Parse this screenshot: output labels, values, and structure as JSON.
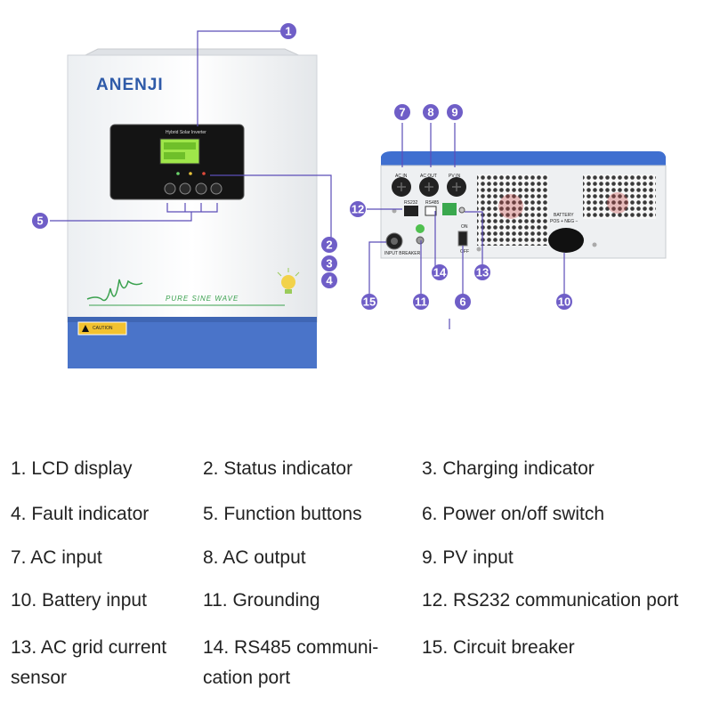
{
  "brand": "ANENJI",
  "front_panel": {
    "lcd_header": "Hybrid Solar Inverter",
    "slogan": "PURE SINE WAVE",
    "caution_label": "CAUTION"
  },
  "rear_panel": {
    "ports": [
      "AC IN",
      "AC OUT",
      "PV IN"
    ],
    "rs232_label": "RS232",
    "rs485_label": "RS485",
    "switch_on": "ON",
    "switch_off": "OFF",
    "battery_label": "BATTERY",
    "battery_polarity": "POS +   NEG −",
    "breaker_label": "INPUT BREAKER"
  },
  "callouts": [
    "1",
    "2",
    "3",
    "4",
    "5",
    "6",
    "7",
    "8",
    "9",
    "10",
    "11",
    "12",
    "13",
    "14",
    "15"
  ],
  "colors": {
    "callout": "#6f5ec7",
    "body_blue": "#4a74c9",
    "panel_white": "#f4f6f8"
  },
  "legend": [
    "1. LCD display",
    "2. Status indicator",
    "3. Charging indicator",
    "4. Fault indicator",
    "5. Function buttons",
    "6. Power on/off switch",
    "7. AC input",
    "8. AC output",
    "9. PV input",
    "10. Battery input",
    "11. Grounding",
    "12. RS232 communication port",
    "13. AC grid current\nsensor",
    "14. RS485 communi-\ncation port",
    "15. Circuit breaker"
  ]
}
